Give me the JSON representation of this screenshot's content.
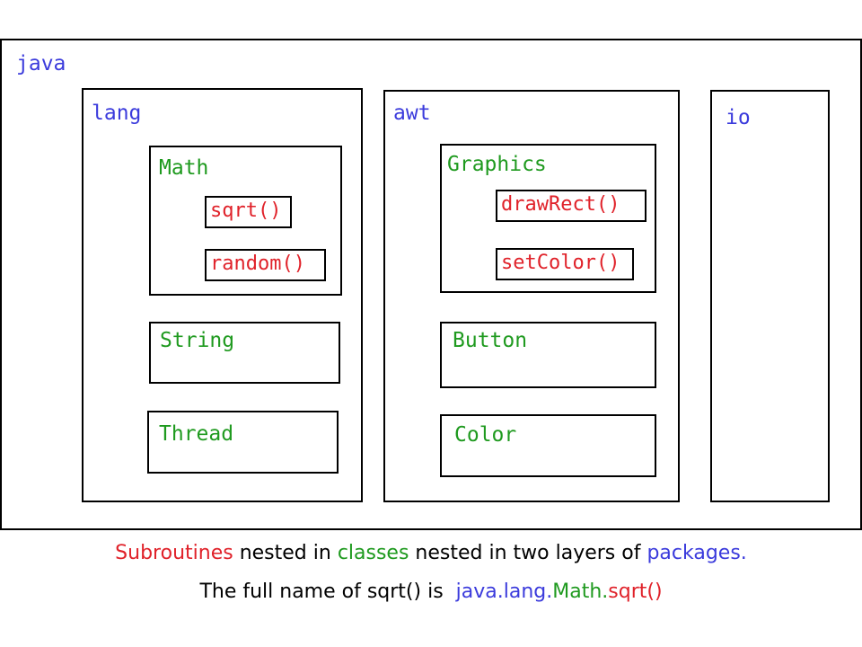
{
  "packages": {
    "java": "java",
    "lang": "lang",
    "awt": "awt",
    "io": "io"
  },
  "classes": {
    "math": "Math",
    "string": "String",
    "thread": "Thread",
    "graphics": "Graphics",
    "button": "Button",
    "color": "Color"
  },
  "subroutines": {
    "sqrt": "sqrt()",
    "random": "random()",
    "drawRect": "drawRect()",
    "setColor": "setColor()"
  },
  "caption1": {
    "subroutines": "Subroutines",
    "t1": " nested in ",
    "classes": "classes",
    "t2": " nested in two layers of ",
    "packages": "packages."
  },
  "caption2": {
    "t1": "The full name of sqrt() is  ",
    "java": "java.",
    "lang": "lang.",
    "math": "Math.",
    "sqrt": "sqrt()"
  },
  "colors": {
    "package": "#3b3bdc",
    "class": "#1f9a1f",
    "subroutine": "#e0222a"
  }
}
